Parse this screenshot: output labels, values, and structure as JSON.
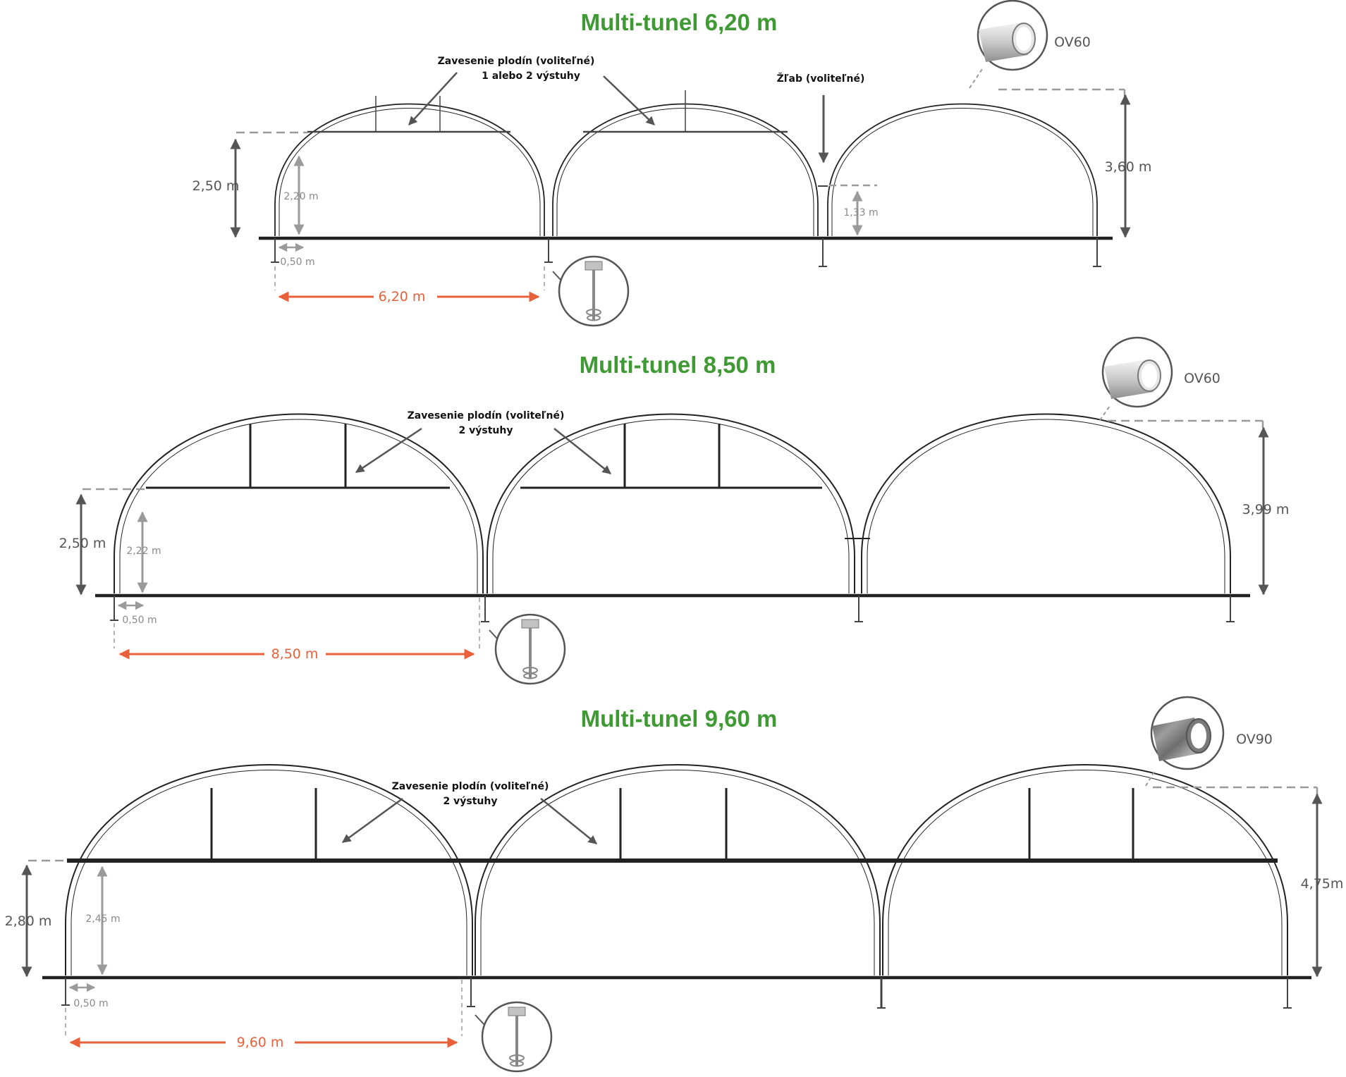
{
  "colors": {
    "title": "#3f9a34",
    "width_arrow": "#e8613a",
    "frame": "#222222",
    "dim_arrow": "#555555",
    "light_arrow": "#9a9a9a",
    "guide": "#9a9a9a"
  },
  "sections": [
    {
      "title": "Multi-tunel 6,20 m",
      "note_lines": [
        "Zavesenie plodín (voliteľné)",
        "1 alebo 2 výstuhy"
      ],
      "gutter_note": "Žľab (voliteľné)",
      "side_height": "2,50 m",
      "inner_height": "2,20 m",
      "gutter_height": "1,33 m",
      "offset": "0,50 m",
      "width": "6,20 m",
      "total_height": "3,60 m",
      "profile_label": "OV60",
      "profile_icon": "oval-tube-icon",
      "anchor_icon": "ground-screw-anchor-icon"
    },
    {
      "title": "Multi-tunel 8,50 m",
      "note_lines": [
        "Zavesenie plodín (voliteľné)",
        "2 výstuhy"
      ],
      "side_height": "2,50 m",
      "inner_height": "2,22 m",
      "offset": "0,50 m",
      "width": "8,50 m",
      "total_height": "3,99 m",
      "profile_label": "OV60",
      "profile_icon": "oval-tube-icon",
      "anchor_icon": "ground-screw-anchor-icon"
    },
    {
      "title": "Multi-tunel 9,60 m",
      "note_lines": [
        "Zavesenie plodín (voliteľné)",
        "2 výstuhy"
      ],
      "side_height": "2,80 m",
      "inner_height": "2,45 m",
      "offset": "0,50 m",
      "width": "9,60 m",
      "total_height": "4,75m",
      "profile_label": "OV90",
      "profile_icon": "galvanized-oval-tube-icon",
      "anchor_icon": "ground-screw-anchor-icon"
    }
  ]
}
